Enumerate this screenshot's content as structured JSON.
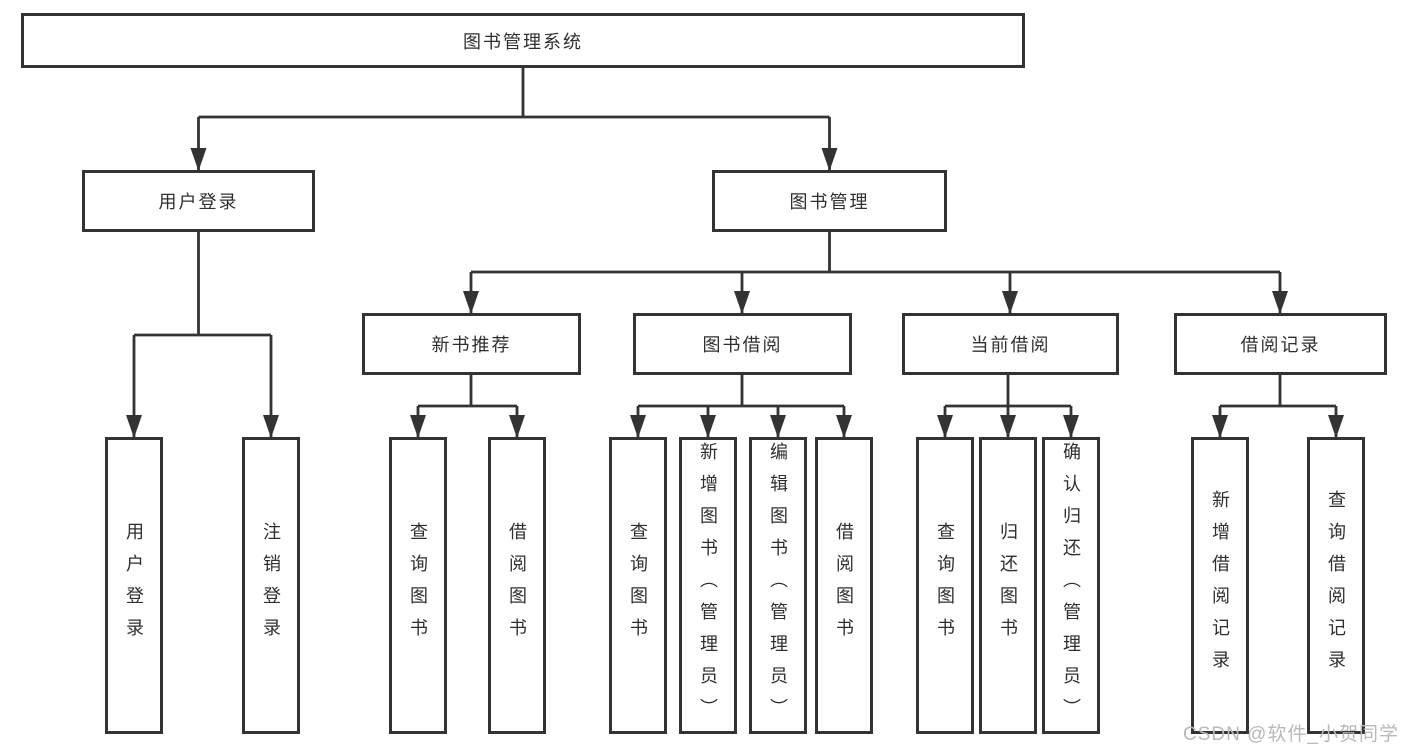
{
  "tree": {
    "root": {
      "label": "图书管理系统"
    },
    "branches": [
      {
        "label": "用户登录",
        "children": [
          {
            "label": "用户登录"
          },
          {
            "label": "注销登录"
          }
        ]
      },
      {
        "label": "图书管理",
        "children": [
          {
            "label": "新书推荐",
            "children": [
              {
                "label": "查询图书"
              },
              {
                "label": "借阅图书"
              }
            ]
          },
          {
            "label": "图书借阅",
            "children": [
              {
                "label": "查询图书"
              },
              {
                "label": "新增图书（管理员）"
              },
              {
                "label": "编辑图书（管理员）"
              },
              {
                "label": "借阅图书"
              }
            ]
          },
          {
            "label": "当前借阅",
            "children": [
              {
                "label": "查询图书"
              },
              {
                "label": "归还图书"
              },
              {
                "label": "确认归还（管理员）"
              }
            ]
          },
          {
            "label": "借阅记录",
            "children": [
              {
                "label": "新增借阅记录"
              },
              {
                "label": "查询借阅记录"
              }
            ]
          }
        ]
      }
    ]
  },
  "watermark": {
    "text": "CSDN @软件_小贺同学"
  },
  "colors": {
    "line": "#333333",
    "text": "#2f2f2f",
    "watermark": "#b9b9b9",
    "background": "#ffffff"
  }
}
